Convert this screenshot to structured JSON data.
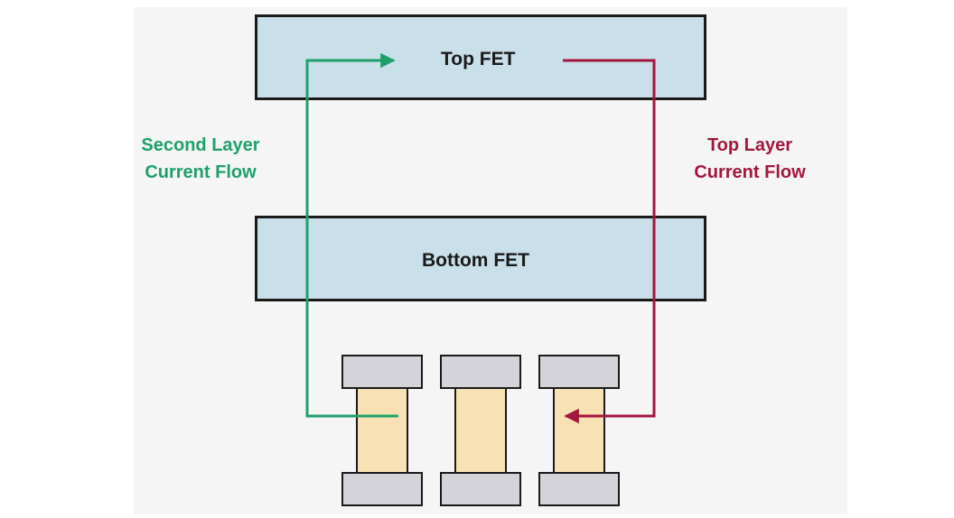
{
  "diagram": {
    "top_fet_label": "Top FET",
    "bottom_fet_label": "Bottom FET",
    "second_layer_label": [
      "Second Layer",
      "Current Flow"
    ],
    "top_layer_label": [
      "Top Layer",
      "Current Flow"
    ],
    "capacitor_count": 3
  },
  "colors": {
    "second_layer_flow": "#1ea06b",
    "top_layer_flow": "#a3173e",
    "fet_fill": "#c9dfea",
    "capacitor_body": "#f8e2b3",
    "capacitor_terminal": "#d3d3d9"
  }
}
